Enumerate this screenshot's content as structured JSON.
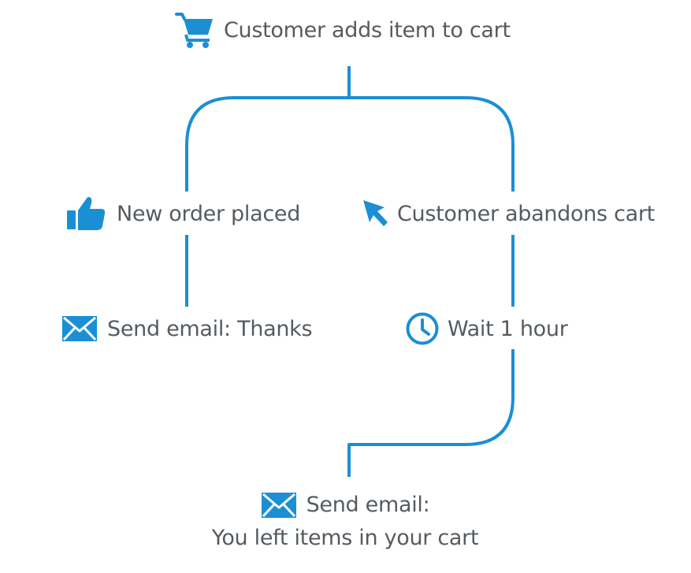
{
  "colors": {
    "accent": "#1b8fd4",
    "text": "#555b60",
    "background": "#ffffff"
  },
  "nodes": {
    "trigger": {
      "label": "Customer adds item to cart",
      "icon": "shopping-cart-icon"
    },
    "order": {
      "label": "New order placed",
      "icon": "thumbs-up-icon"
    },
    "abandon": {
      "label": "Customer abandons cart",
      "icon": "cursor-arrow-icon"
    },
    "thanks": {
      "label": "Send email: Thanks",
      "icon": "envelope-icon"
    },
    "wait": {
      "label": "Wait 1 hour",
      "icon": "clock-icon"
    },
    "reminder": {
      "line1": "Send email:",
      "line2": "You left items in your cart",
      "icon": "envelope-icon"
    }
  }
}
